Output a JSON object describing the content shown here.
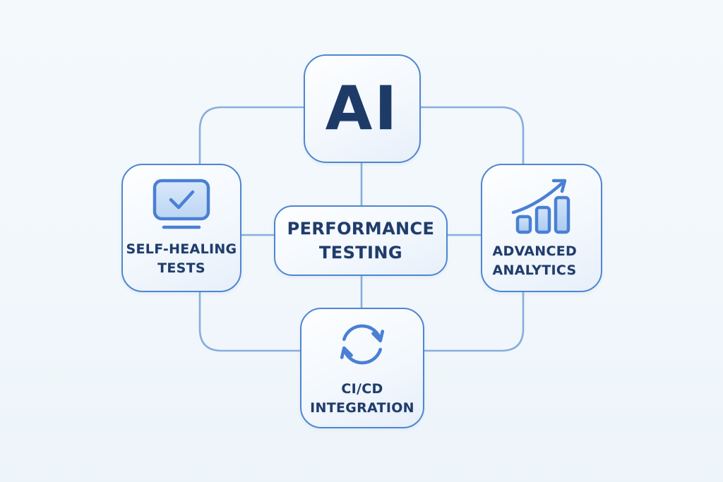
{
  "diagram_title": "AI Performance Testing feature diagram",
  "colors": {
    "background": "#f2f7fb",
    "node_border": "#4f86d0",
    "node_fill_top": "#fdfeff",
    "node_fill_bottom": "#e7effa",
    "connector": "#87aede",
    "text": "#203c6a",
    "icon_stroke": "#4a80d4",
    "icon_fill_light": "#d9e8fa",
    "icon_fill_dark": "#aecdf1"
  },
  "nodes": {
    "ai": {
      "label": "AI"
    },
    "performance": {
      "line1": "PERFORMANCE",
      "line2": "TESTING"
    },
    "self_healing": {
      "line1": "SELF-HEALING",
      "line2": "TESTS",
      "icon": "monitor-check-icon"
    },
    "analytics": {
      "line1": "ADVANCED",
      "line2": "ANALYTICS",
      "icon": "bar-chart-growth-icon"
    },
    "cicd": {
      "line1": "CI/CD",
      "line2": "INTEGRATION",
      "icon": "sync-arrows-icon"
    }
  },
  "connections": [
    {
      "from": "ai",
      "to": "performance"
    },
    {
      "from": "ai",
      "to": "self_healing"
    },
    {
      "from": "ai",
      "to": "analytics"
    },
    {
      "from": "performance",
      "to": "self_healing"
    },
    {
      "from": "performance",
      "to": "analytics"
    },
    {
      "from": "performance",
      "to": "cicd"
    },
    {
      "from": "self_healing",
      "to": "cicd"
    },
    {
      "from": "analytics",
      "to": "cicd"
    }
  ]
}
